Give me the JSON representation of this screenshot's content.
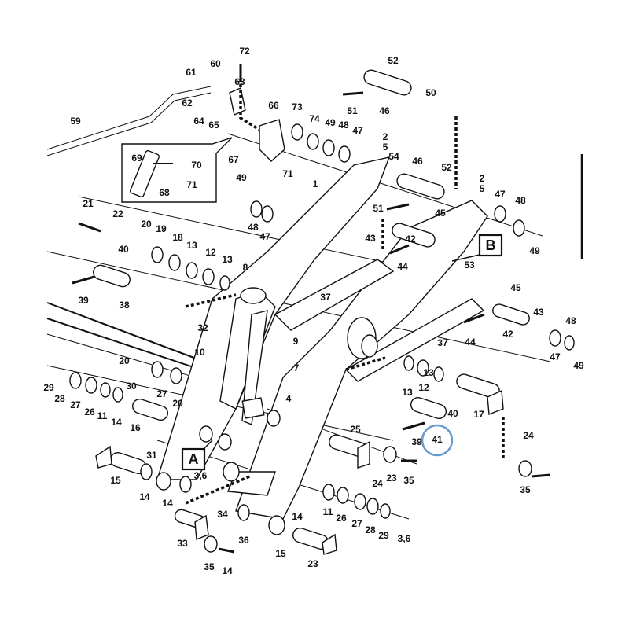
{
  "callouts": {
    "box_a": "A",
    "box_b": "B"
  },
  "highlight": {
    "part": "41",
    "color": "#6699cc"
  },
  "inset_labels": [
    "69",
    "70",
    "71",
    "68"
  ],
  "part_labels": [
    "72",
    "60",
    "61",
    "63",
    "62",
    "64",
    "65",
    "66",
    "73",
    "74",
    "49",
    "48",
    "47",
    "52",
    "50",
    "46",
    "51",
    "59",
    "67",
    "71",
    "2",
    "5",
    "54",
    "46",
    "52",
    "2",
    "5",
    "47",
    "48",
    "49",
    "1",
    "49",
    "48",
    "47",
    "51",
    "45",
    "43",
    "42",
    "44",
    "53",
    "21",
    "22",
    "20",
    "19",
    "18",
    "13",
    "12",
    "13",
    "40",
    "39",
    "38",
    "8",
    "37",
    "32",
    "10",
    "9",
    "7",
    "45",
    "43",
    "42",
    "44",
    "48",
    "47",
    "49",
    "37",
    "20",
    "30",
    "27",
    "26",
    "29",
    "28",
    "27",
    "26",
    "11",
    "14",
    "16",
    "31",
    "4",
    "13",
    "12",
    "13",
    "40",
    "17",
    "39",
    "41",
    "24",
    "25",
    "23",
    "35",
    "24",
    "15",
    "14",
    "3,6",
    "14",
    "34",
    "33",
    "36",
    "35",
    "14",
    "11",
    "26",
    "27",
    "28",
    "29",
    "3,6",
    "14",
    "15",
    "23",
    "35"
  ]
}
